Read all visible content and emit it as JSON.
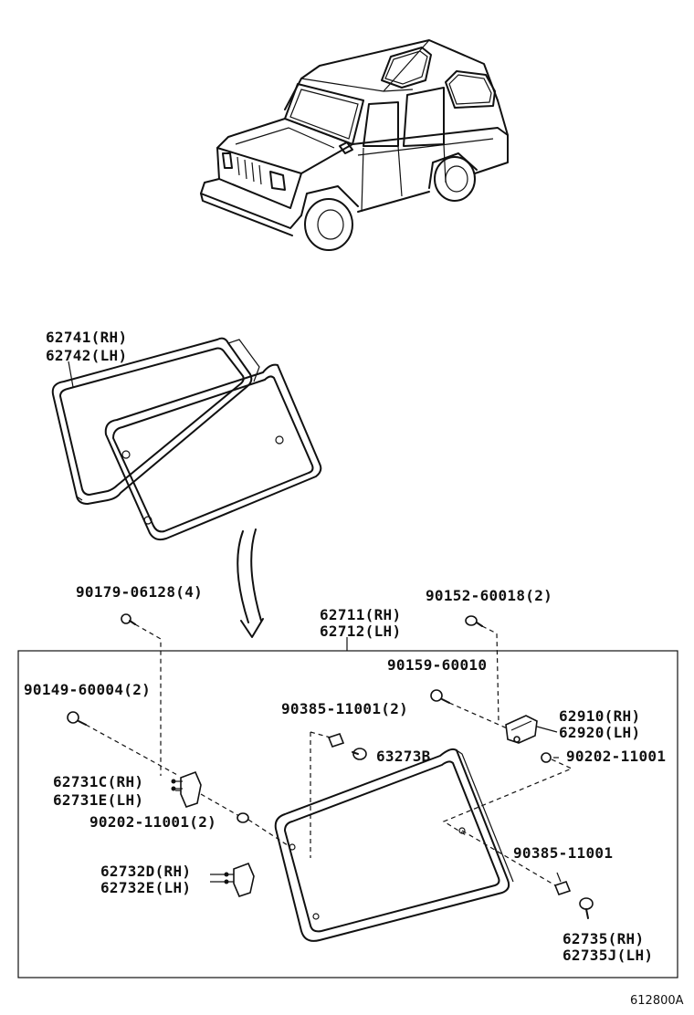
{
  "diagram": {
    "labels": {
      "glass_seal": [
        "62741(RH)",
        "62742(LH)"
      ],
      "bolt_top_left": "90179-06128(4)",
      "bolt_top_right": "90152-60018(2)",
      "glass_assy": [
        "62711(RH)",
        "62712(LH)"
      ],
      "screw_left": "90149-60004(2)",
      "screw_right": "90159-60010",
      "nut_center": "90385-11001(2)",
      "cushion": "63273B",
      "latch": [
        "62910(RH)",
        "62920(LH)"
      ],
      "washer_right": "90202-11001",
      "hinge_upper": [
        "62731C(RH)",
        "62731E(LH)"
      ],
      "washer_left": "90202-11001(2)",
      "nut_lower": "90385-11001",
      "hinge_lower": [
        "62732D(RH)",
        "62732E(LH)"
      ],
      "stopper": [
        "62735(RH)",
        "62735J(LH)"
      ]
    },
    "figure_code": "612800A"
  }
}
